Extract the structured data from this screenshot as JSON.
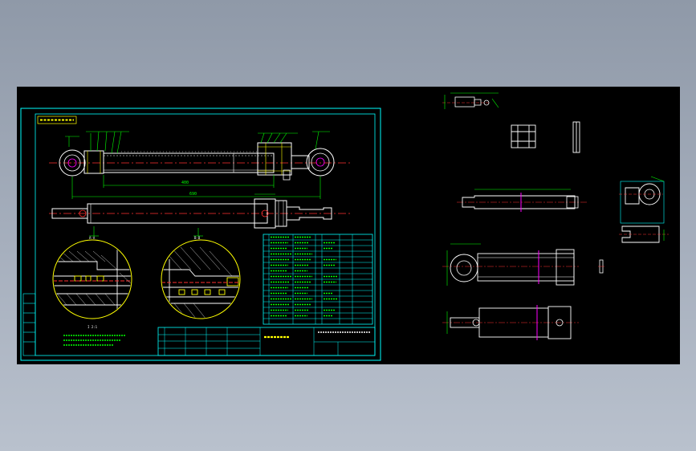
{
  "viewer": {
    "background_colors": [
      "#8f99a8",
      "#b9c1cd"
    ],
    "canvas_color": "#000000"
  },
  "drawing": {
    "line_colors": {
      "border": "#00ffff",
      "outline": "#ffffff",
      "centerline": "#ff3030",
      "dimension": "#00ff00",
      "section": "#ffff00",
      "highlight": "#ff00ff"
    },
    "dimension_values": {
      "overall_length": "690",
      "stroke": "400",
      "thread": "M27×2"
    },
    "tolerance_note": "φ20±0.2"
  }
}
